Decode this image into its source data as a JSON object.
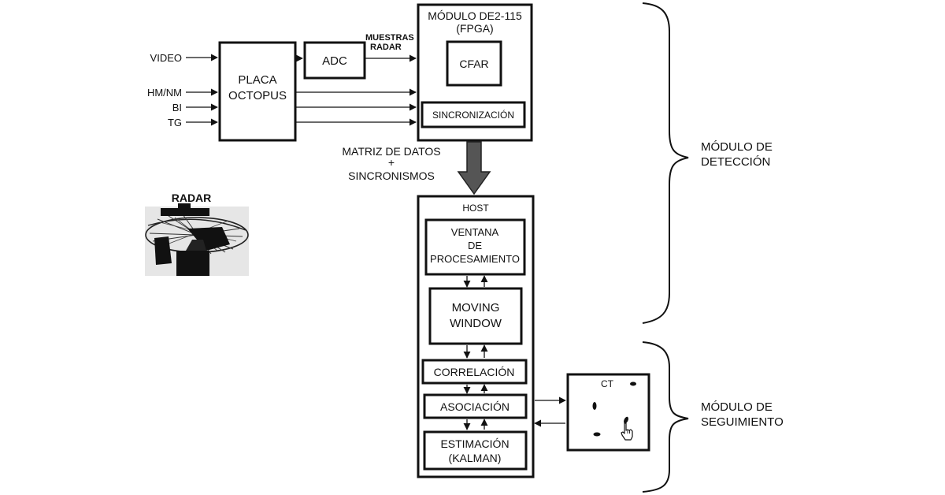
{
  "inputs": {
    "video": "VIDEO",
    "hmnm": "HM/NM",
    "bi": "BI",
    "tg": "TG"
  },
  "octopus": {
    "line1": "PLACA",
    "line2": "OCTOPUS"
  },
  "adc": "ADC",
  "muestras": {
    "line1": "MUESTRAS",
    "line2": "RADAR"
  },
  "fpga": {
    "title1": "MÓDULO DE2-115",
    "title2": "(FPGA)",
    "cfar": "CFAR",
    "sync": "SINCRONIZACIÓN"
  },
  "transfer": {
    "line1": "MATRIZ DE DATOS",
    "line2": "+",
    "line3": "SINCRONISMOS"
  },
  "radar_label": "RADAR",
  "host": {
    "title": "HOST",
    "ventana": {
      "line1": "VENTANA",
      "line2": "DE",
      "line3": "PROCESAMIENTO"
    },
    "moving": {
      "line1": "MOVING",
      "line2": "WINDOW"
    },
    "correlacion": "CORRELACIÓN",
    "asociacion": "ASOCIACIÓN",
    "estimacion": {
      "line1": "ESTIMACIÓN",
      "line2": "(KALMAN)"
    }
  },
  "ct": {
    "label": "CT",
    "cursor_icon": "hand-pointer-icon"
  },
  "modules": {
    "deteccion": {
      "line1": "MÓDULO DE",
      "line2": "DETECCIÓN"
    },
    "seguimiento": {
      "line1": "MÓDULO DE",
      "line2": "SEGUIMIENTO"
    }
  },
  "colors": {
    "ink": "#111111",
    "arrow_fill": "#555555",
    "background": "#ffffff"
  }
}
